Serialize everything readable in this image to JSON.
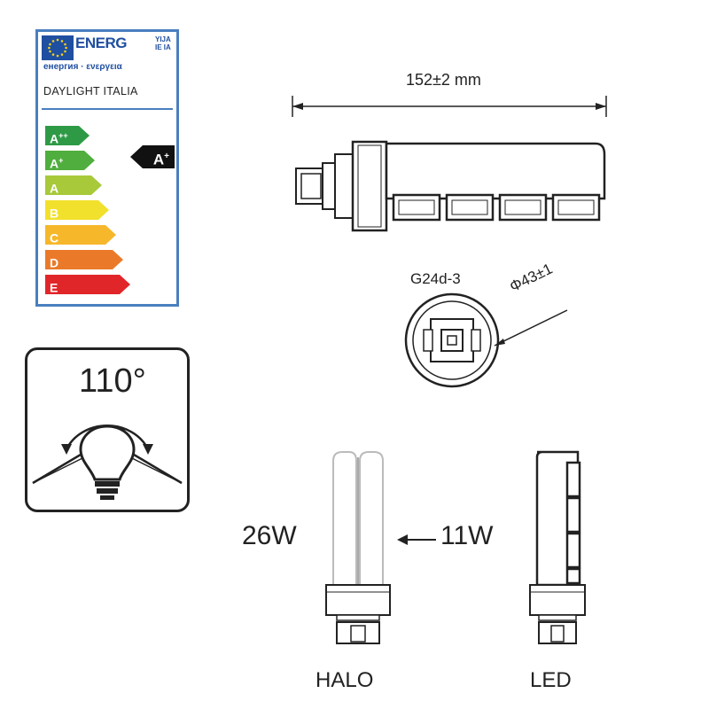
{
  "energy_label": {
    "header_word": "ENERG",
    "header_suffix_1": "YIJA",
    "header_suffix_2": "IE IA",
    "subheader": "енергия · ενεργεια",
    "brand": "DAYLIGHT ITALIA",
    "classes": [
      {
        "letter": "A",
        "sup": "++",
        "color": "#2e9a46"
      },
      {
        "letter": "A",
        "sup": "+",
        "color": "#4fae3d"
      },
      {
        "letter": "A",
        "sup": "",
        "color": "#a7c93a"
      },
      {
        "letter": "B",
        "sup": "",
        "color": "#f2e12c"
      },
      {
        "letter": "C",
        "sup": "",
        "color": "#f6b72a"
      },
      {
        "letter": "D",
        "sup": "",
        "color": "#ea7a2a"
      },
      {
        "letter": "E",
        "sup": "",
        "color": "#e1262a"
      }
    ],
    "rating": {
      "letter": "A",
      "sup": "+"
    }
  },
  "beam_angle": {
    "value": "110°",
    "icon": "light-bulb-icon"
  },
  "dimensions": {
    "length": "152±2 mm",
    "socket": "G24d-3",
    "diameter": "Φ43±1"
  },
  "comparison": {
    "halo_watt": "26W",
    "led_watt": "11W",
    "halo_label": "HALO",
    "led_label": "LED",
    "arrow_icon": "arrow-left-icon"
  }
}
